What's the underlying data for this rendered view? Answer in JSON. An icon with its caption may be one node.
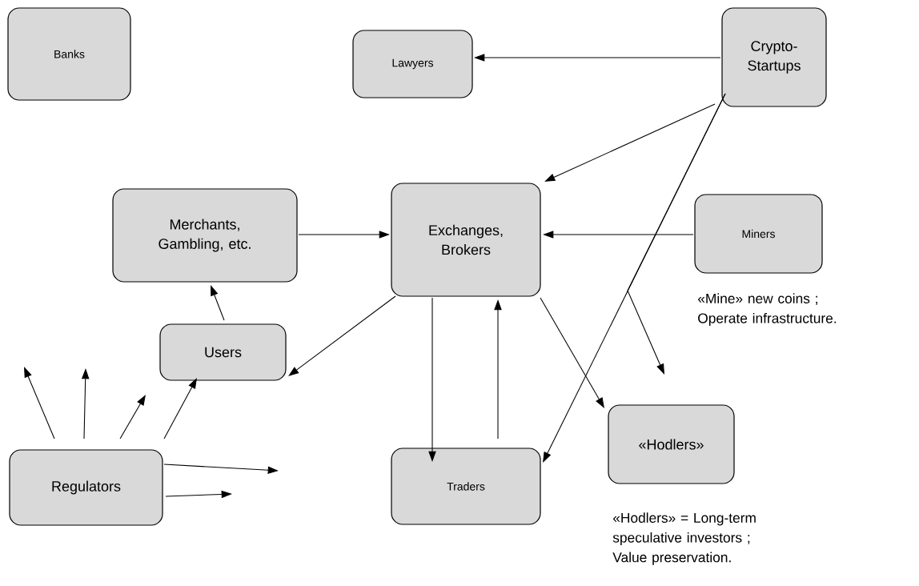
{
  "diagram": {
    "nodes": [
      {
        "text": [
          "Banks"
        ]
      },
      {
        "text": [
          "Lawyers"
        ]
      },
      {
        "text": [
          "Crypto-Startups"
        ]
      },
      {
        "text": [
          "Merchants, Gambling, etc."
        ]
      },
      {
        "text": [
          "Exchanges, Brokers"
        ]
      },
      {
        "text": [
          "Miners"
        ],
        "beside": [
          "«Mine» new coins ; Operate infrastructure."
        ]
      },
      {
        "text": [
          "Users"
        ]
      },
      {
        "text": [
          "«Hodlers»"
        ],
        "beside": [
          "«Hodlers» = Long-term speculative investors ; Value preservation."
        ]
      },
      {
        "text": [
          "Regulators"
        ]
      },
      {
        "text": [
          "Traders"
        ]
      }
    ],
    "edges": [
      {
        "from": 2,
        "to": 1,
        "arrow": "to"
      },
      {
        "from": 2,
        "to": 4,
        "arrow": "to"
      },
      {
        "from": 2,
        "to": 9,
        "arrow": "to"
      },
      {
        "from": 2,
        "to": 7,
        "arrow": "to"
      },
      {
        "from": 3,
        "to": 4,
        "arrow": "to"
      },
      {
        "from": 5,
        "to": 4,
        "arrow": "to"
      },
      {
        "from": 6,
        "to": 3,
        "arrow": "to"
      },
      {
        "from": 4,
        "to": 6,
        "arrow": "to"
      },
      {
        "from": 4,
        "to": 9,
        "arrow": "to"
      },
      {
        "from": 9,
        "to": 4,
        "arrow": "to"
      },
      {
        "from": 4,
        "to": 7,
        "arrow": "to"
      },
      {
        "from": 8,
        "to": null,
        "arrow": "to"
      },
      {
        "from": 8,
        "to": null,
        "arrow": "to"
      },
      {
        "from": 8,
        "to": null,
        "arrow": "to"
      },
      {
        "from": 8,
        "to": 6,
        "arrow": "to"
      },
      {
        "from": 8,
        "to": null,
        "arrow": "to"
      },
      {
        "from": 8,
        "to": null,
        "arrow": "to"
      }
    ]
  }
}
